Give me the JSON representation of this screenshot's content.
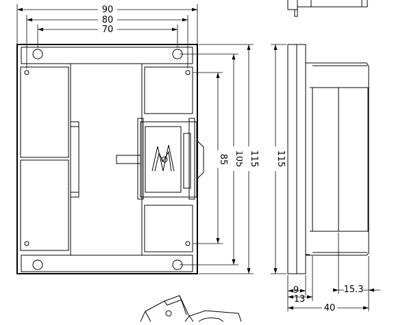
{
  "front_view": {
    "dim_width_total": "90",
    "dim_width_mid": "80",
    "dim_width_inner": "70",
    "dim_height_85": "85",
    "dim_height_105": "105",
    "dim_height_115": "115"
  },
  "side_view": {
    "dim_height_115": "115",
    "dim_9": "9",
    "dim_13": "13",
    "dim_15_3": "15.3",
    "dim_40": "40"
  }
}
